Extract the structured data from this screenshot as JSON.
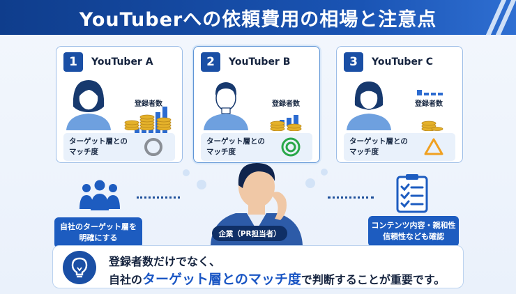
{
  "title": "YouTuberへの依頼費用の相場と注意点",
  "cards": [
    {
      "number": "1",
      "name": "YouTuber A",
      "subscribers_label": "登録者数",
      "match_label": "ターゲット層とのマッチ度",
      "match_line1": "ターゲット層との",
      "match_line2": "マッチ度",
      "match_symbol": "circle-icon",
      "symbol_color": "#8a8f96"
    },
    {
      "number": "2",
      "name": "YouTuber B",
      "subscribers_label": "登録者数",
      "match_label": "ターゲット層とのマッチ度",
      "match_line1": "ターゲット層との",
      "match_line2": "マッチ度",
      "match_symbol": "double-circle-icon",
      "symbol_color": "#2aa84a"
    },
    {
      "number": "3",
      "name": "YouTuber C",
      "subscribers_label": "登録者数",
      "match_label": "ターゲット層とのマッチ度",
      "match_line1": "ターゲット層との",
      "match_line2": "マッチ度",
      "match_symbol": "triangle-icon",
      "symbol_color": "#f0a020"
    }
  ],
  "left_box": {
    "line1": "自社のターゲット層を",
    "line2": "明確にする",
    "icon": "people-group-icon"
  },
  "right_box": {
    "line1": "コンテンツ内容・親和性",
    "line2": "信頼性なども確認",
    "icon": "checklist-icon"
  },
  "center_label": "企業（PR担当者）",
  "bottom": {
    "icon": "lightbulb-icon",
    "line1": "登録者数だけでなく、",
    "line2_pre": "自社の",
    "line2_highlight": "ターゲット層とのマッチ度",
    "line2_post": "で判断することが重要です。"
  },
  "colors": {
    "primary": "#1a4fa5",
    "accent": "#2c6bd0",
    "banner": "#0f3d8c"
  }
}
